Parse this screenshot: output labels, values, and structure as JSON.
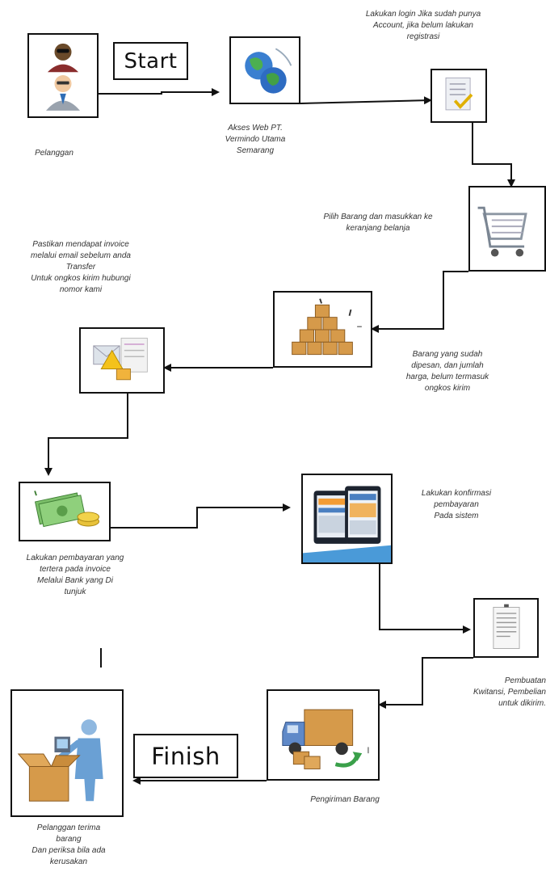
{
  "start_label": "Start",
  "finish_label": "Finish",
  "steps": [
    {
      "id": "customer",
      "caption": "Pelanggan",
      "icon": "customers-icon"
    },
    {
      "id": "web",
      "caption": "Akses Web PT.\nVermindo Utama\nSemarang",
      "icon": "globe-icon"
    },
    {
      "id": "login",
      "caption": "Lakukan login Jika sudah punya\nAccount, jika belum lakukan\nregistrasi",
      "icon": "checklist-icon"
    },
    {
      "id": "cart",
      "caption": "Pilih Barang dan masukkan ke\nkeranjang belanja",
      "icon": "shopping-cart-icon"
    },
    {
      "id": "goods",
      "caption": "Barang yang sudah\ndipesan, dan jumlah\nharga, belum termasuk\nongkos kirim",
      "icon": "boxes-icon"
    },
    {
      "id": "invoice",
      "caption": "Pastikan mendapat invoice\nmelalui email sebelum anda\nTransfer\nUntuk ongkos kirim hubungi\nnomor kami",
      "icon": "invoice-warning-icon"
    },
    {
      "id": "payment",
      "caption": "Lakukan pembayaran yang\ntertera pada invoice\nMelalui Bank yang Di\ntunjuk",
      "icon": "money-icon"
    },
    {
      "id": "confirm",
      "caption": "Lakukan konfirmasi\npembayaran\nPada sistem",
      "icon": "tablets-icon"
    },
    {
      "id": "receipt",
      "caption": "Pembuatan\nKwitansi, Pembelian\nuntuk dikirim.",
      "icon": "receipt-icon"
    },
    {
      "id": "shipping",
      "caption": "Pengiriman Barang",
      "icon": "delivery-truck-icon"
    },
    {
      "id": "receive",
      "caption": "Pelanggan terima\nbarang\nDan periksa bila ada\nkerusakan",
      "icon": "open-box-person-icon"
    }
  ]
}
